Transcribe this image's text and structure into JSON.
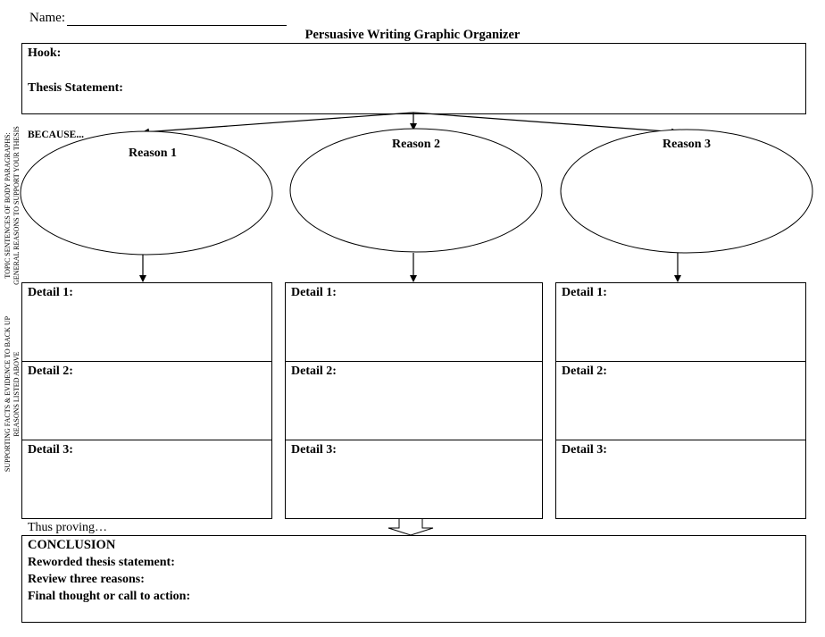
{
  "header": {
    "name_label": "Name:",
    "title": "Persuasive Writing Graphic Organizer"
  },
  "intro": {
    "hook_label": "Hook:",
    "thesis_label": "Thesis Statement:"
  },
  "because_label": "BECAUSE...",
  "reasons": [
    {
      "label": "Reason 1"
    },
    {
      "label": "Reason 2"
    },
    {
      "label": "Reason 3"
    }
  ],
  "details": {
    "d1": "Detail 1:",
    "d2": "Detail 2:",
    "d3": "Detail 3:"
  },
  "side_labels": {
    "topic": "TOPIC SENTENCES OF BODY PARAGRAPHS: GENERAL REASONS TO SUPPORT YOUR THESIS",
    "supporting": "SUPPORTING FACTS & EVIDENCE TO BACK UP REASONS LISTED ABOVE"
  },
  "transition_label": "Thus proving…",
  "conclusion": {
    "title": "CONCLUSION",
    "line1": "Reworded thesis statement:",
    "line2": "Review three reasons:",
    "line3": "Final thought or call to action:"
  }
}
